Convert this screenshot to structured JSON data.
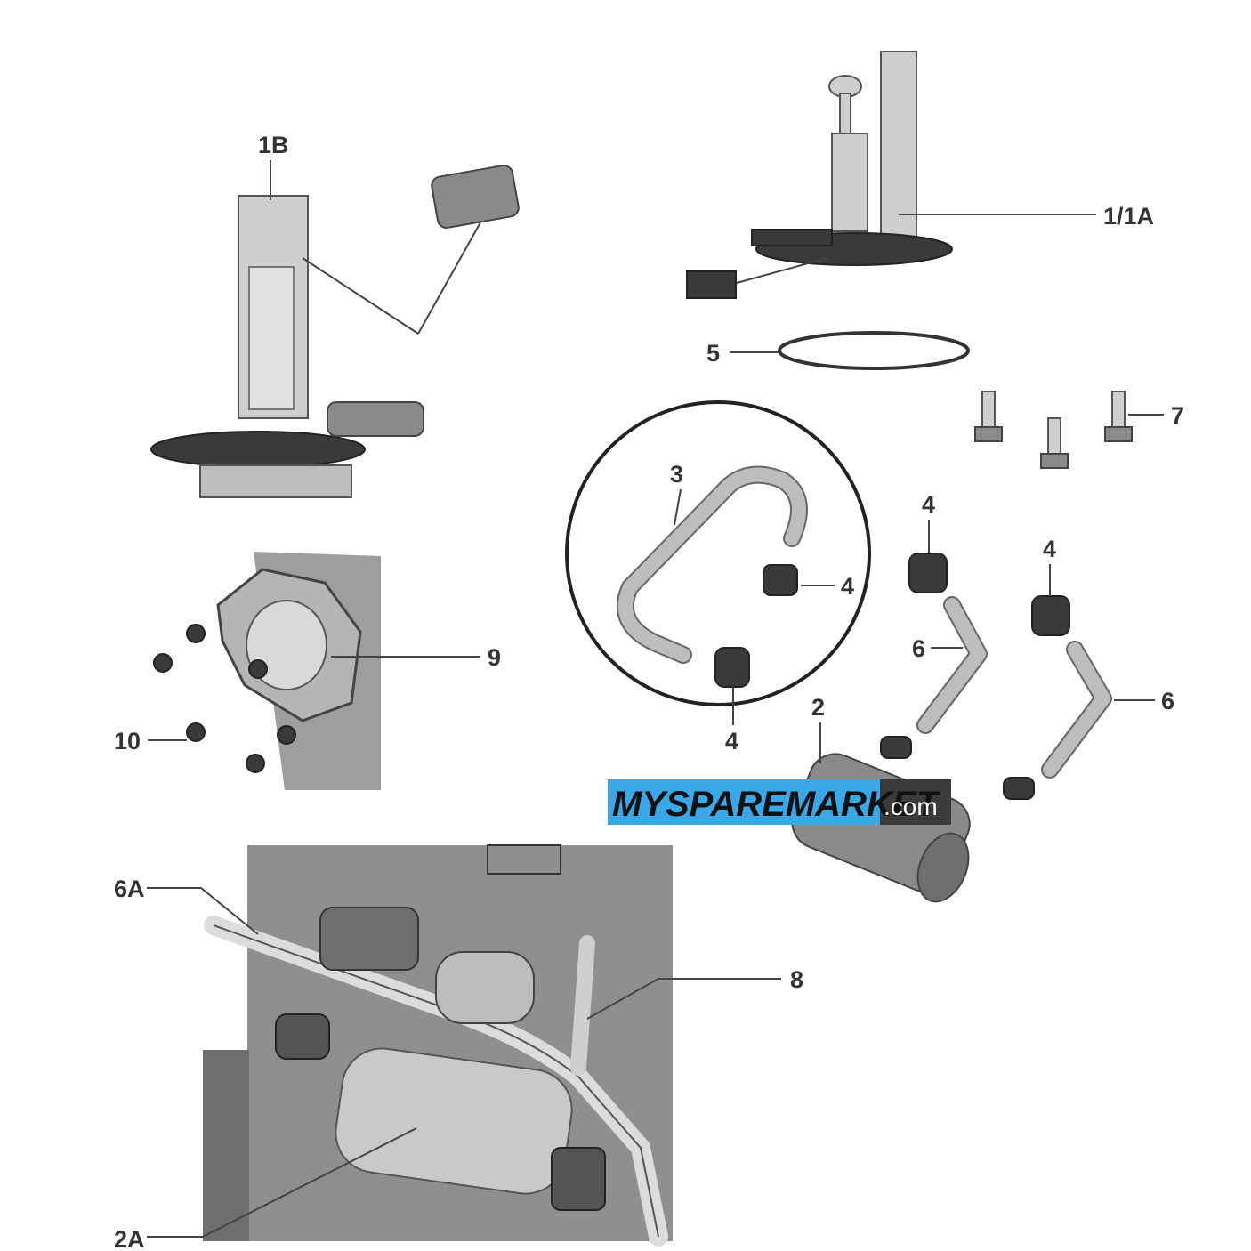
{
  "callouts": {
    "c1B": "1B",
    "c1_1A": "1/1A",
    "c5": "5",
    "c7": "7",
    "c3": "3",
    "c4a": "4",
    "c4b": "4",
    "c4c": "4",
    "c4d": "4",
    "c6a": "6",
    "c6b": "6",
    "c2": "2",
    "c9": "9",
    "c10": "10",
    "c6A": "6A",
    "c8": "8",
    "c2A": "2A"
  },
  "watermark": {
    "brand": "MYSPAREMARKET",
    "suffix": ".com",
    "color_left": "#3aa7e6",
    "color_right": "#3b3b3b"
  }
}
